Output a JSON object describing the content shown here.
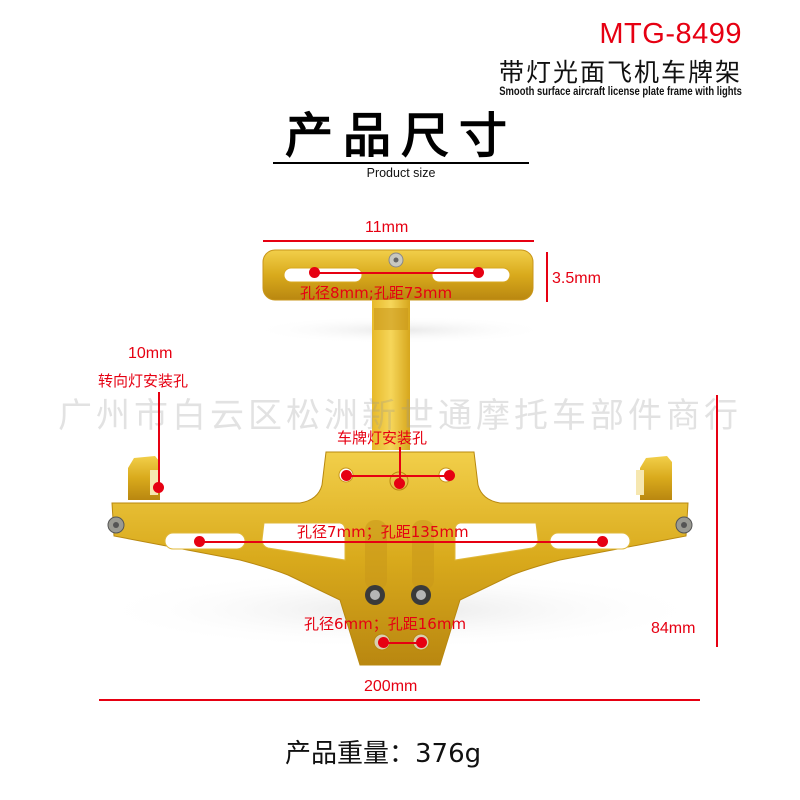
{
  "header": {
    "model": "MTG-8499",
    "title_cn": "带灯光面飞机车牌架",
    "title_en": "Smooth surface aircraft license plate frame with lights"
  },
  "section": {
    "title": "产品尺寸",
    "subtitle": "Product size"
  },
  "dimensions": {
    "top_width": "11mm",
    "top_height": "3.5mm",
    "top_holes": "孔径8mm;孔距73mm",
    "turn_signal_size": "10mm",
    "turn_signal_label": "转向灯安装孔",
    "plate_light_label": "车牌灯安装孔",
    "main_holes": "孔径7mm；孔距135mm",
    "bottom_holes": "孔径6mm；孔距16mm",
    "total_height": "84mm",
    "total_width": "200mm"
  },
  "watermark": "广州市白云区松洲新世通摩托车部件商行",
  "footer": {
    "weight": "产品重量：376g"
  },
  "colors": {
    "accent_red": "#e60012",
    "gold": "#d9aa1c"
  }
}
